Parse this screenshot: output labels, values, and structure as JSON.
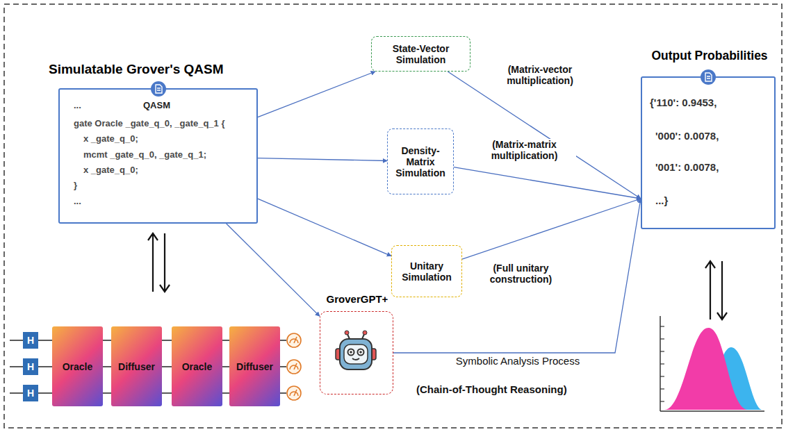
{
  "diagram": {
    "nodes": [
      {
        "text": [
          "Simulatable Grover's QASM",
          "...",
          "QASM",
          "gate Oracle _gate_q_0, _gate_q_1 {",
          "x _gate_q_0;",
          "mcmt _gate_q_0, _gate_q_1;",
          "x _gate_q_0;",
          "}",
          "..."
        ]
      },
      {
        "text": [
          "State-Vector Simulation"
        ]
      },
      {
        "text": [
          "Density-Matrix Simulation"
        ]
      },
      {
        "text": [
          "Unitary Simulation"
        ]
      },
      {
        "text": [
          "GroverGPT+"
        ]
      },
      {
        "text": [
          "Output Probabilities",
          "{'110': 0.9453,",
          "'000': 0.0078,",
          "'001': 0.0078,",
          "...}"
        ]
      },
      {
        "text": [
          "H"
        ]
      },
      {
        "text": [
          "H"
        ]
      },
      {
        "text": [
          "H"
        ]
      },
      {
        "text": [
          "Oracle"
        ]
      },
      {
        "text": [
          "Diffuser"
        ]
      },
      {
        "text": [
          "Oracle"
        ]
      },
      {
        "text": [
          "Diffuser"
        ]
      }
    ],
    "edges": [
      {
        "from": 0,
        "to": 1,
        "arrow": "to"
      },
      {
        "from": 0,
        "to": 2,
        "arrow": "to"
      },
      {
        "from": 0,
        "to": 3,
        "arrow": "to"
      },
      {
        "from": 0,
        "to": 4,
        "arrow": "to"
      },
      {
        "from": 1,
        "to": 5,
        "label": "(Matrix-vector multiplication)",
        "arrow": "to"
      },
      {
        "from": 2,
        "to": 5,
        "label": "(Matrix-matrix multiplication)",
        "arrow": "to"
      },
      {
        "from": 3,
        "to": 5,
        "label": "(Full unitary construction)",
        "arrow": "to"
      },
      {
        "from": 4,
        "to": 5,
        "label": "Symbolic Analysis Process",
        "arrow": "to"
      }
    ],
    "labels": [
      "(Chain-of-Thought Reasoning)"
    ]
  }
}
